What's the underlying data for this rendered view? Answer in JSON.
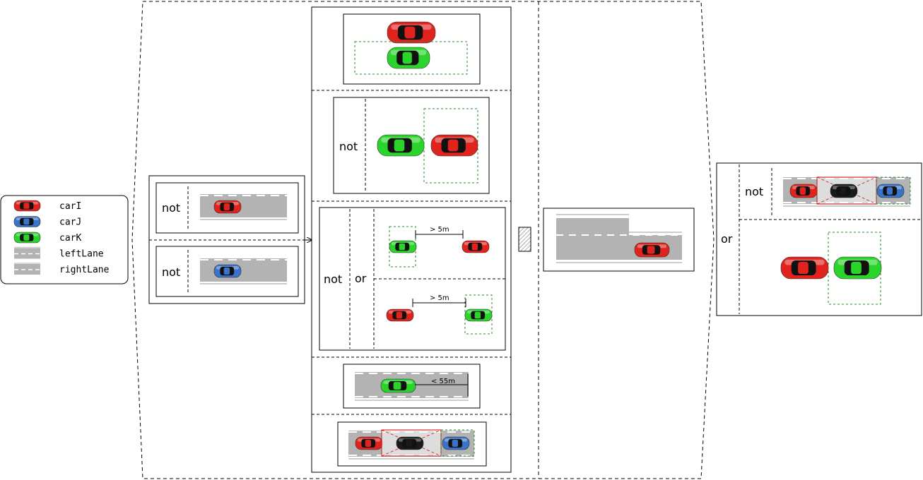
{
  "legend": {
    "items": [
      {
        "kind": "car",
        "color": "red",
        "label": "carI"
      },
      {
        "kind": "car",
        "color": "blue",
        "label": "carJ"
      },
      {
        "kind": "car",
        "color": "green",
        "label": "carK"
      },
      {
        "kind": "lane",
        "label": "leftLane"
      },
      {
        "kind": "lane",
        "label": "rightLane"
      }
    ]
  },
  "labels": {
    "not": "not",
    "or": "or"
  },
  "distances": {
    "gt5": "> 5m",
    "lt55": "< 55m"
  },
  "colors": {
    "red": "#e0231c",
    "green": "#2ad42a",
    "blue": "#3a73c9",
    "black": "#1a1a1a",
    "lane": "#b3b3b3",
    "laneMark": "#ffffff",
    "frame": "#000000",
    "bbox": "#2a8a2a",
    "redbox": "#d01010"
  }
}
